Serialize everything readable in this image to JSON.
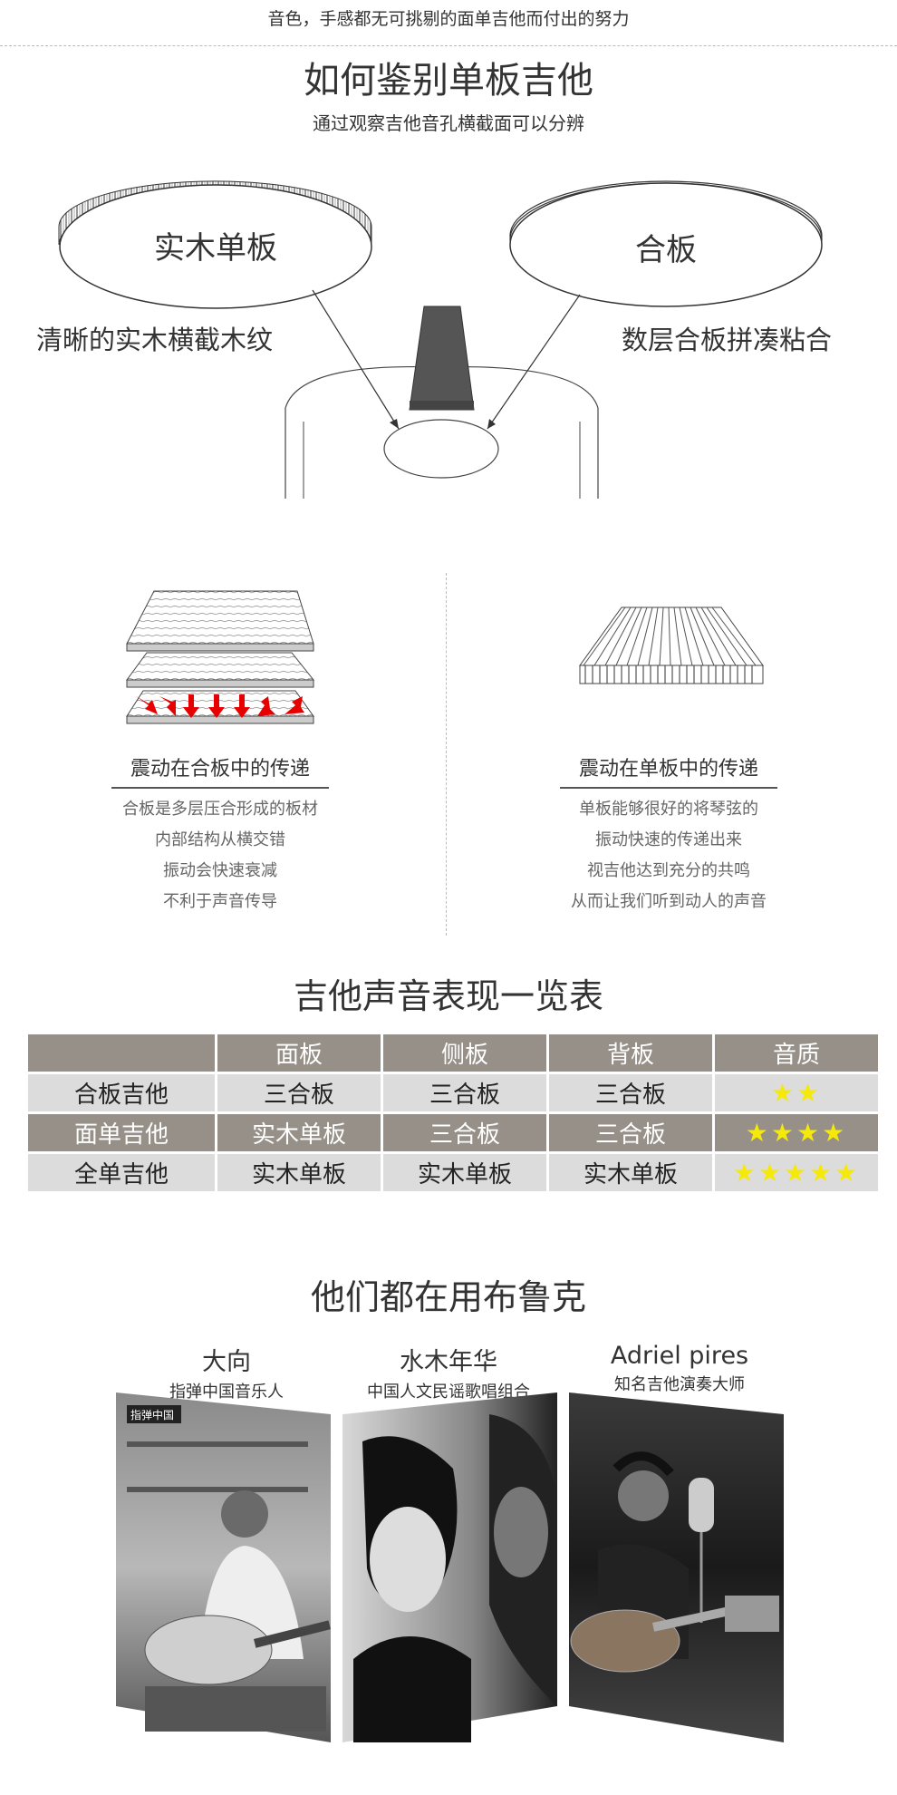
{
  "header": {
    "caption": "音色，手感都无可挑剔的面单吉他而付出的努力"
  },
  "identify": {
    "title": "如何鉴别单板吉他",
    "subtitle": "通过观察吉他音孔横截面可以分辨",
    "left_ellipse": "实木单板",
    "right_ellipse": "合板",
    "left_desc": "清晰的实木横截木纹",
    "right_desc": "数层合板拼凑粘合"
  },
  "vibration": {
    "left": {
      "heading": "震动在合板中的传递",
      "lines": [
        "合板是多层压合形成的板材",
        "内部结构从横交错",
        "振动会快速衰减",
        "不利于声音传导"
      ]
    },
    "right": {
      "heading": "震动在单板中的传递",
      "lines": [
        "单板能够很好的将琴弦的",
        "振动快速的传递出来",
        "视吉他达到充分的共鸣",
        "从而让我们听到动人的声音"
      ]
    }
  },
  "comparison": {
    "title": "吉他声音表现一览表",
    "headers": [
      "",
      "面板",
      "侧板",
      "背板",
      "音质"
    ],
    "rows": [
      {
        "name": "合板吉他",
        "top": "三合板",
        "side": "三合板",
        "back": "三合板",
        "stars": 2
      },
      {
        "name": "面单吉他",
        "top": "实木单板",
        "side": "三合板",
        "back": "三合板",
        "stars": 4
      },
      {
        "name": "全单吉他",
        "top": "实木单板",
        "side": "实木单板",
        "back": "实木单板",
        "stars": 5
      }
    ]
  },
  "users": {
    "title": "他们都在用布鲁克",
    "artists": [
      {
        "name": "大向",
        "desc": "指弹中国音乐人"
      },
      {
        "name": "水木年华",
        "desc": "中国人文民谣歌唱组合"
      },
      {
        "name": "Adriel pires",
        "desc": "知名吉他演奏大师"
      }
    ],
    "photo_sign": "指弹中国"
  },
  "colors": {
    "table_dark": "#969088",
    "table_light": "#dcdcdc",
    "star": "#f5e90a",
    "arrow": "#e60000"
  }
}
